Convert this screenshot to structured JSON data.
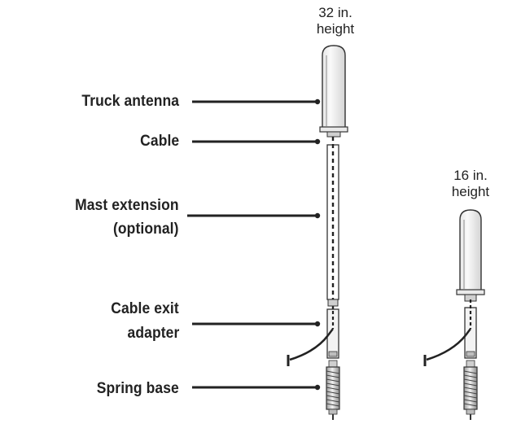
{
  "labels": {
    "truck_antenna": "Truck antenna",
    "cable": "Cable",
    "mast_extension_line1": "Mast extension",
    "mast_extension_line2": "(optional)",
    "cable_exit_line1": "Cable exit",
    "cable_exit_line2": "adapter",
    "spring_base": "Spring base"
  },
  "heights": {
    "tall_line1": "32 in.",
    "tall_line2": "height",
    "short_line1": "16 in.",
    "short_line2": "height"
  },
  "colors": {
    "ink": "#222222",
    "antenna_fill": "#f7f7f7",
    "antenna_shade": "#d9d9d9",
    "mast_fill": "#ffffff"
  }
}
